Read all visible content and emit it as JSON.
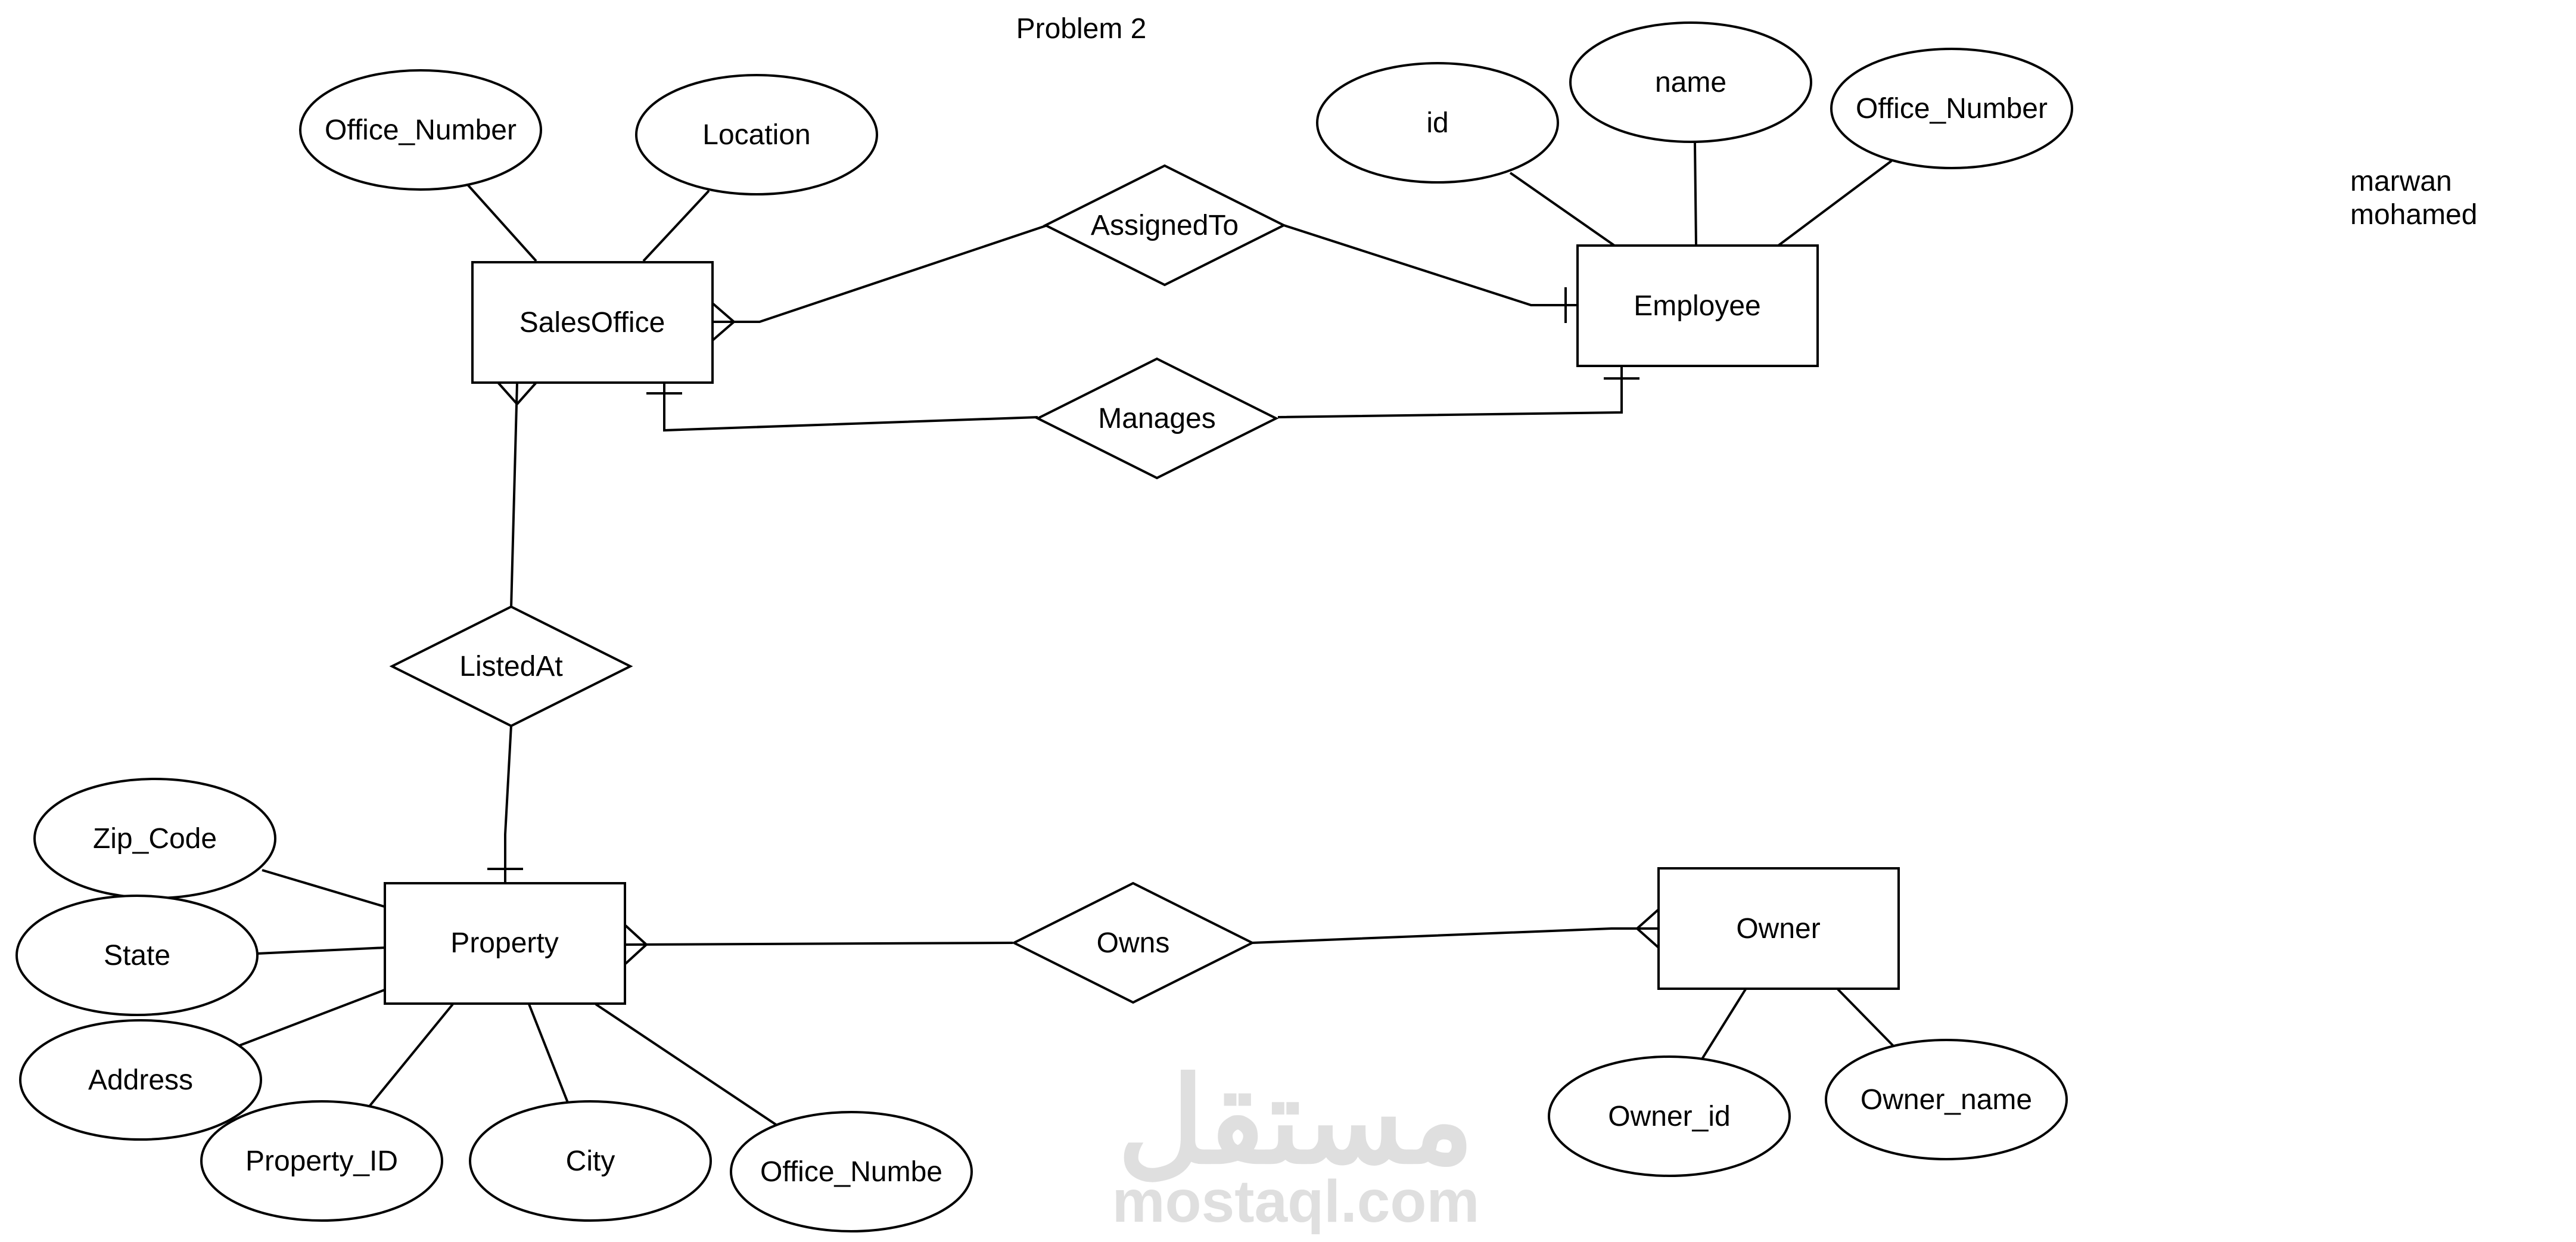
{
  "title": "Problem 2",
  "author": [
    "marwan",
    "mohamed"
  ],
  "entities": {
    "sales_office": "SalesOffice",
    "employee": "Employee",
    "property": "Property",
    "owner": "Owner"
  },
  "relationships": {
    "assigned_to": "AssignedTo",
    "manages": "Manages",
    "listed_at": "ListedAt",
    "owns": "Owns"
  },
  "attributes": {
    "sales_office": [
      "Office_Number",
      "Location"
    ],
    "employee": [
      "id",
      "name",
      "Office_Number"
    ],
    "property": [
      "Zip_Code",
      "State",
      "Address",
      "Property_ID",
      "City",
      "Office_Numbe"
    ],
    "owner": [
      "Owner_id",
      "Owner_name"
    ]
  },
  "watermark": {
    "arabic": "مستقل",
    "latin": "mostaql.com"
  }
}
